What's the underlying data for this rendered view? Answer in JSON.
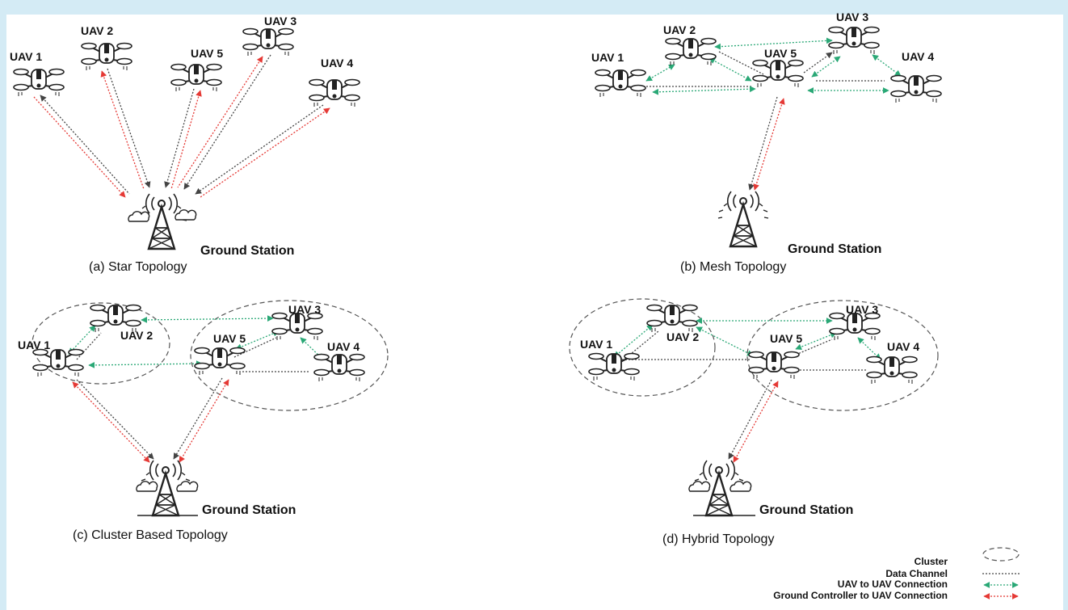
{
  "panels": [
    {
      "caption": "(a) Star Topology",
      "ground_station": "Ground Station",
      "uavs": [
        "UAV 1",
        "UAV 2",
        "UAV 5",
        "UAV 3",
        "UAV 4"
      ]
    },
    {
      "caption": "(b) Mesh Topology",
      "ground_station": "Ground Station",
      "uavs": [
        "UAV 1",
        "UAV 2",
        "UAV 5",
        "UAV 3",
        "UAV 4"
      ]
    },
    {
      "caption": "(c) Cluster Based Topology",
      "ground_station": "Ground Station",
      "uavs": [
        "UAV 1",
        "UAV 2",
        "UAV 5",
        "UAV 3",
        "UAV 4"
      ]
    },
    {
      "caption": "(d) Hybrid Topology",
      "ground_station": "Ground Station",
      "uavs": [
        "UAV 1",
        "UAV 2",
        "UAV 5",
        "UAV 3",
        "UAV 4"
      ]
    }
  ],
  "legend": {
    "cluster": "Cluster",
    "data_channel": "Data Channel",
    "uav_to_uav": "UAV to UAV Connection",
    "ground_to_uav": "Ground Controller to UAV Connection"
  },
  "colors": {
    "data_channel": "#444444",
    "uav_to_uav": "#2aa876",
    "ground_to_uav": "#e53935",
    "cluster": "#555555",
    "background": "#d4ebf5"
  },
  "icons": [
    "drone-icon",
    "tower-icon",
    "cloud-icon"
  ]
}
